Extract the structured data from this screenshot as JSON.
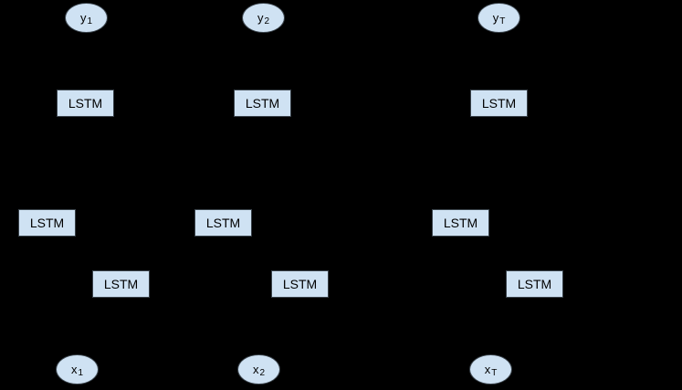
{
  "diagram": {
    "title": "bidirectional-lstm-network-diagram",
    "colors": {
      "background": "#000000",
      "node_fill": "#cfe2f3",
      "node_border": "#39424a",
      "node_text": "#000000"
    },
    "lstm_label": "LSTM",
    "output_nodes": [
      {
        "base": "y",
        "sub": "1"
      },
      {
        "base": "y",
        "sub": "2"
      },
      {
        "base": "y",
        "sub": "T"
      }
    ],
    "input_nodes": [
      {
        "base": "x",
        "sub": "1"
      },
      {
        "base": "x",
        "sub": "2"
      },
      {
        "base": "x",
        "sub": "T"
      }
    ]
  }
}
